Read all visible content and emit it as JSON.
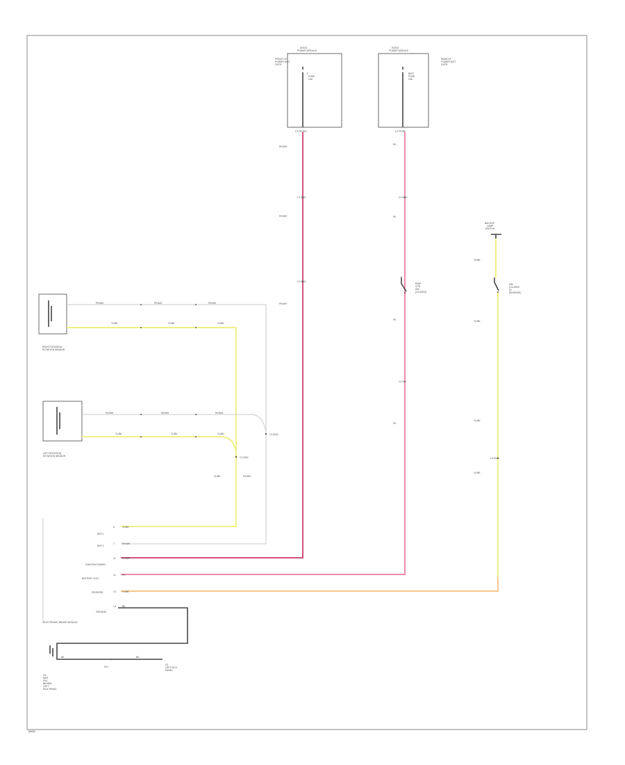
{
  "footer_code": "B6659",
  "fuse_left": {
    "header": [
      "INTEG",
      "POWER MODULE"
    ],
    "side": [
      "FRONT OF",
      "POWER DIST",
      "CNTR"
    ],
    "inner": [
      "F",
      "FUSE",
      "10A"
    ],
    "out_pin": "C1 PK/WH",
    "wire": "PK/WH"
  },
  "fuse_right": {
    "header": [
      "INTEG",
      "POWER MODULE"
    ],
    "side": [
      "REAR OF",
      "POWER DIST",
      "CNTR"
    ],
    "inner": [
      "BATT",
      "FUSE",
      "10A"
    ],
    "out_pin": "C1 PK/BK",
    "wire": "PK"
  },
  "labels": {
    "lw1": "PK/WH",
    "lw2": "PK/WH",
    "lw3": "PK/WH",
    "lsp1": "C1 ENG",
    "lsp2": "C1 ENG",
    "rw1": "PK",
    "rw2": "PK",
    "rw3": "PK",
    "rw4": "PK",
    "rsp1": "C1 ENG",
    "rsp2": "C1 PK",
    "rsw": [
      "RDM",
      "CPS",
      "SW",
      "(CLOSED)"
    ],
    "bk_title": [
      "BACKUP",
      "LAMP",
      "SWITCH"
    ],
    "bk_w1": "YL/BK",
    "bk_w2": "YL/BK",
    "bk_w3": "YL/BK",
    "bk_w4": "YL/BK",
    "bk_sw": [
      "SW",
      "(CLOSED",
      "IN",
      "REVERSE)"
    ],
    "bk_sp": "C1 ENG"
  },
  "rt_sensor": {
    "title": [
      "RIGHT ROTATION",
      "ROTATION SENSOR"
    ],
    "top_wire": "PK/WH",
    "bot_wire": "YL/BK",
    "segs_top": [
      "PK/WH",
      "PK/WH",
      "PK/WH"
    ],
    "segs_bot": [
      "YL/BK",
      "YL/BK",
      "YL/BK"
    ]
  },
  "lt_sensor": {
    "title": [
      "LEFT ROTATION",
      "ROTATION SENSOR"
    ],
    "top_wire": "PK/WH",
    "bot_wire": "YL/BK",
    "segs_top": [
      "PK/WH",
      "PK/WH",
      "PK/WH"
    ],
    "segs_bot": [
      "YL/BK",
      "YL/BK",
      "YL/BK"
    ]
  },
  "mid_labels": {
    "vw1": "YL/BK",
    "vw2": "PK/WH",
    "sp": "C1 ENG",
    "sp2": "C1 ENG"
  },
  "module": {
    "name": "ELECTRONIC BRAKE MODULE",
    "pins": [
      {
        "label": "REF 1",
        "num": "6",
        "wire": "YL/BK"
      },
      {
        "label": "REF 2",
        "num": "7",
        "wire": "PK/WH"
      },
      {
        "label": "IGNITION POWER",
        "num": "11",
        "wire": "PK/WH"
      },
      {
        "label": "BATTERY VOLT",
        "num": "12",
        "wire": "PK"
      },
      {
        "label": "REVERSE",
        "num": "13",
        "wire": "YL/BK"
      },
      {
        "label": "GROUND",
        "num": "14",
        "wire": "BK"
      }
    ]
  },
  "ground": {
    "left_labels": [
      "G1",
      "INST",
      "PNL",
      "BEHIND",
      "LEFT",
      "KICK PANEL"
    ],
    "wire1": "BK",
    "wire2": "BK",
    "splice": "S4 L",
    "right": [
      "G1",
      "LEFT KICK",
      "PANEL"
    ]
  }
}
